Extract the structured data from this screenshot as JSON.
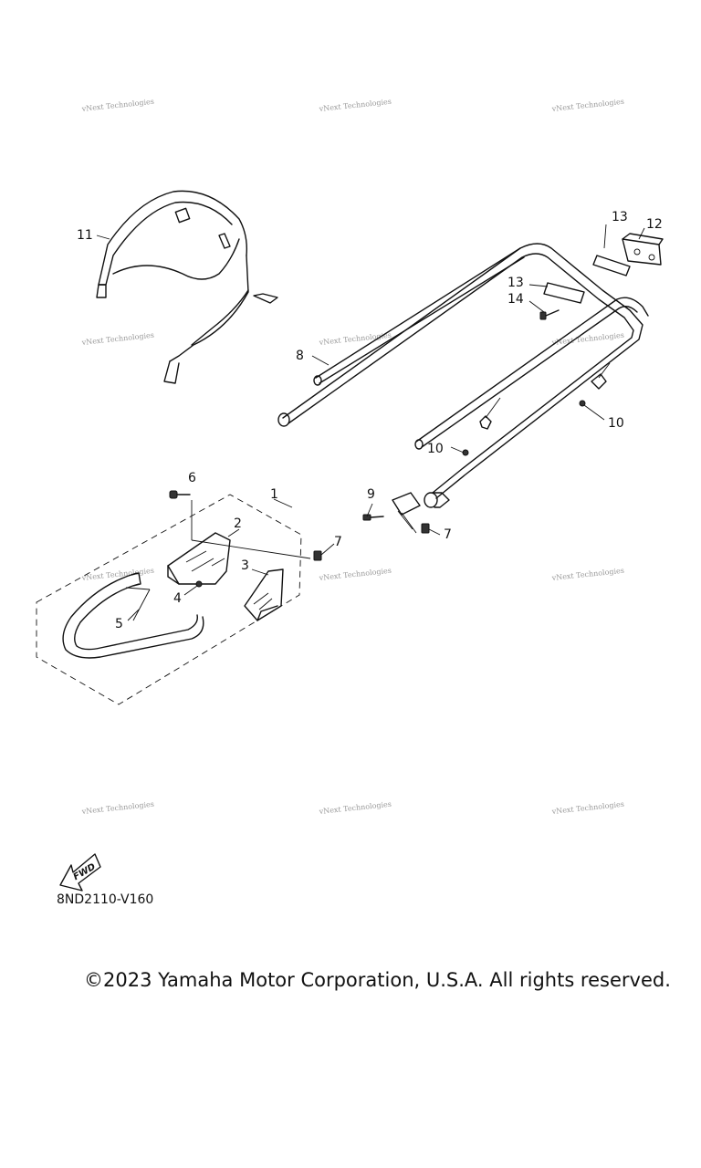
{
  "diagram": {
    "code": "8ND2110-V160",
    "copyright": "©2023 Yamaha Motor Corporation, U.S.A. All rights reserved.",
    "fwd_label": "FWD",
    "watermark": "vNext Technologies",
    "callouts": {
      "c1": "1",
      "c2": "2",
      "c3": "3",
      "c4": "4",
      "c5": "5",
      "c6": "6",
      "c7a": "7",
      "c7b": "7",
      "c8": "8",
      "c9": "9",
      "c10a": "10",
      "c10b": "10",
      "c11": "11",
      "c12": "12",
      "c13a": "13",
      "c13b": "13",
      "c14": "14"
    }
  }
}
